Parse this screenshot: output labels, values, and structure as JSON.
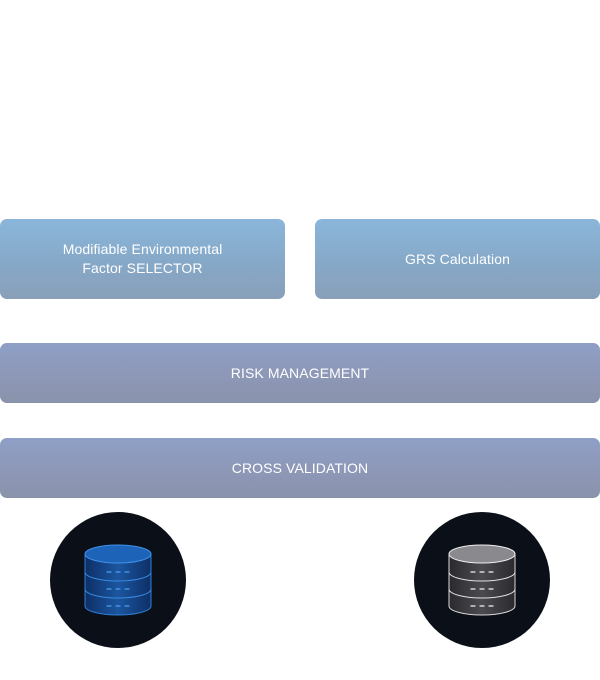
{
  "diagram": {
    "boxes": {
      "modifiable_line1": "Modifiable Environmental",
      "modifiable_line2": "Factor SELECTOR",
      "grs": "GRS Calculation",
      "risk": "RISK MANAGEMENT",
      "cross": "CROSS VALIDATION"
    },
    "databases": [
      {
        "icon": "database-icon",
        "color": "#1e5fa8"
      },
      {
        "icon": "database-icon",
        "color": "#8c8c8c"
      }
    ]
  },
  "colors": {
    "top_box": "#88aed0",
    "wide_box": "#8d99bb",
    "circle_bg": "#0b0f17"
  }
}
